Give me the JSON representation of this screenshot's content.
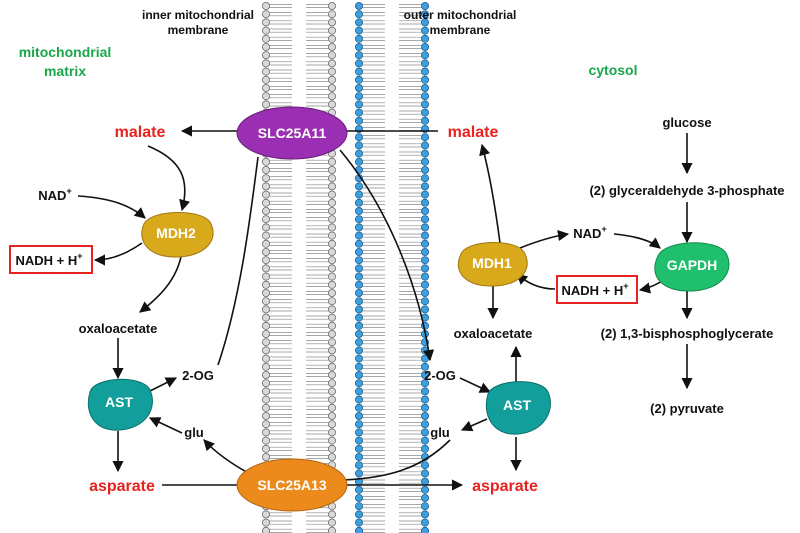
{
  "colors": {
    "metabolite_red": "#e8231f",
    "region_green": "#1aa64a",
    "inner_membrane": "#d9d9d9",
    "outer_membrane": "#3f9ee0",
    "SLC25A11": "#9b2fb3",
    "SLC25A13": "#ec8a1c",
    "MDH": "#d9a91c",
    "AST": "#129e9a",
    "GAPDH": "#1fbf6d",
    "box_border": "#e8231f"
  },
  "regions": {
    "matrix_line1": "mitochondrial",
    "matrix_line2": "matrix",
    "cytosol": "cytosol"
  },
  "membranes": {
    "inner_line1": "inner mitochondrial",
    "inner_line2": "membrane",
    "outer_line1": "outer mitochondrial",
    "outer_line2": "membrane"
  },
  "transporters": {
    "top": "SLC25A11",
    "bottom": "SLC25A13"
  },
  "matrix": {
    "malate": "malate",
    "nad": "NAD",
    "enzyme_mdh": "MDH2",
    "nadh": "NADH + H",
    "oxaloacetate": "oxaloacetate",
    "og": "2-OG",
    "enzyme_ast": "AST",
    "glu": "glu",
    "aspartate": "asparate"
  },
  "cytosol": {
    "malate": "malate",
    "enzyme_mdh": "MDH1",
    "nad": "NAD",
    "nadh": "NADH + H",
    "oxaloacetate": "oxaloacetate",
    "og": "2-OG",
    "enzyme_ast": "AST",
    "glu": "glu",
    "aspartate": "asparate"
  },
  "glycolysis": {
    "glucose": "glucose",
    "g3p": "(2) glyceraldehyde 3-phosphate",
    "enzyme": "GAPDH",
    "bpg": "(2) 1,3-bisphosphoglycerate",
    "pyruvate": "(2) pyruvate"
  },
  "superscript_plus": "+"
}
